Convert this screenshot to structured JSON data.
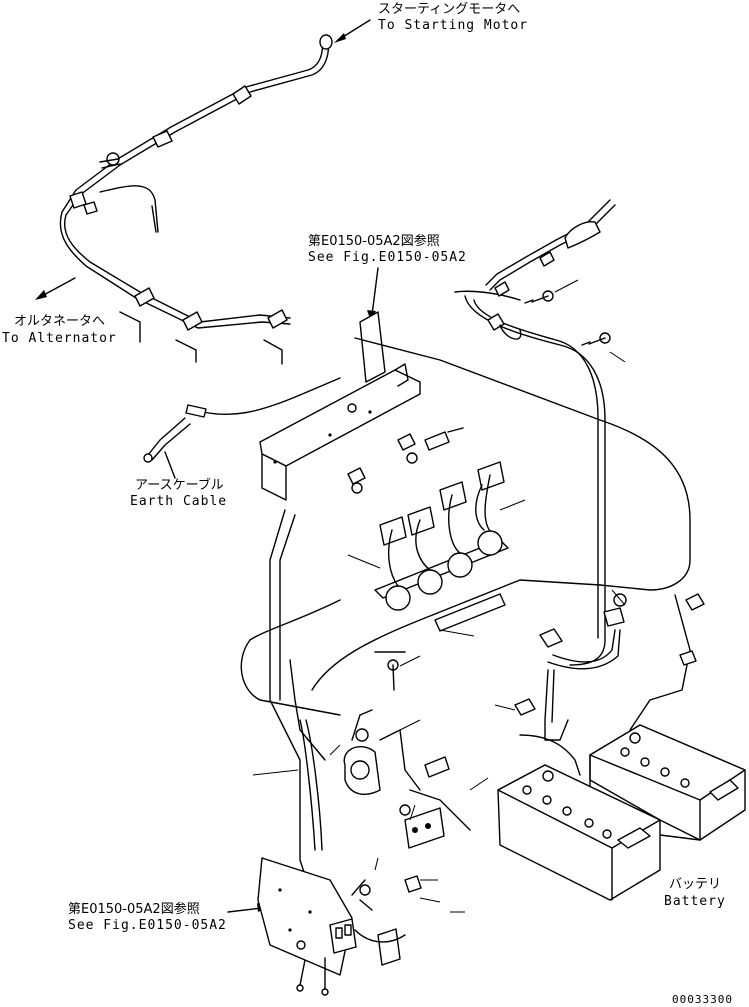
{
  "callouts": {
    "starting_motor_jp": "スターティングモータへ",
    "starting_motor_en": "To Starting Motor",
    "alternator_jp": "オルタネータへ",
    "alternator_en": "To Alternator",
    "see_fig_top_jp": "第E0150-05A2図参照",
    "see_fig_top_en": "See Fig.E0150-05A2",
    "earth_cable_jp": "アースケーブル",
    "earth_cable_en": "Earth Cable",
    "see_fig_bottom_jp": "第E0150-05A2図参照",
    "see_fig_bottom_en": "See Fig.E0150-05A2",
    "battery_jp": "バッテリ",
    "battery_en": "Battery"
  },
  "drawing_number": "00033300"
}
